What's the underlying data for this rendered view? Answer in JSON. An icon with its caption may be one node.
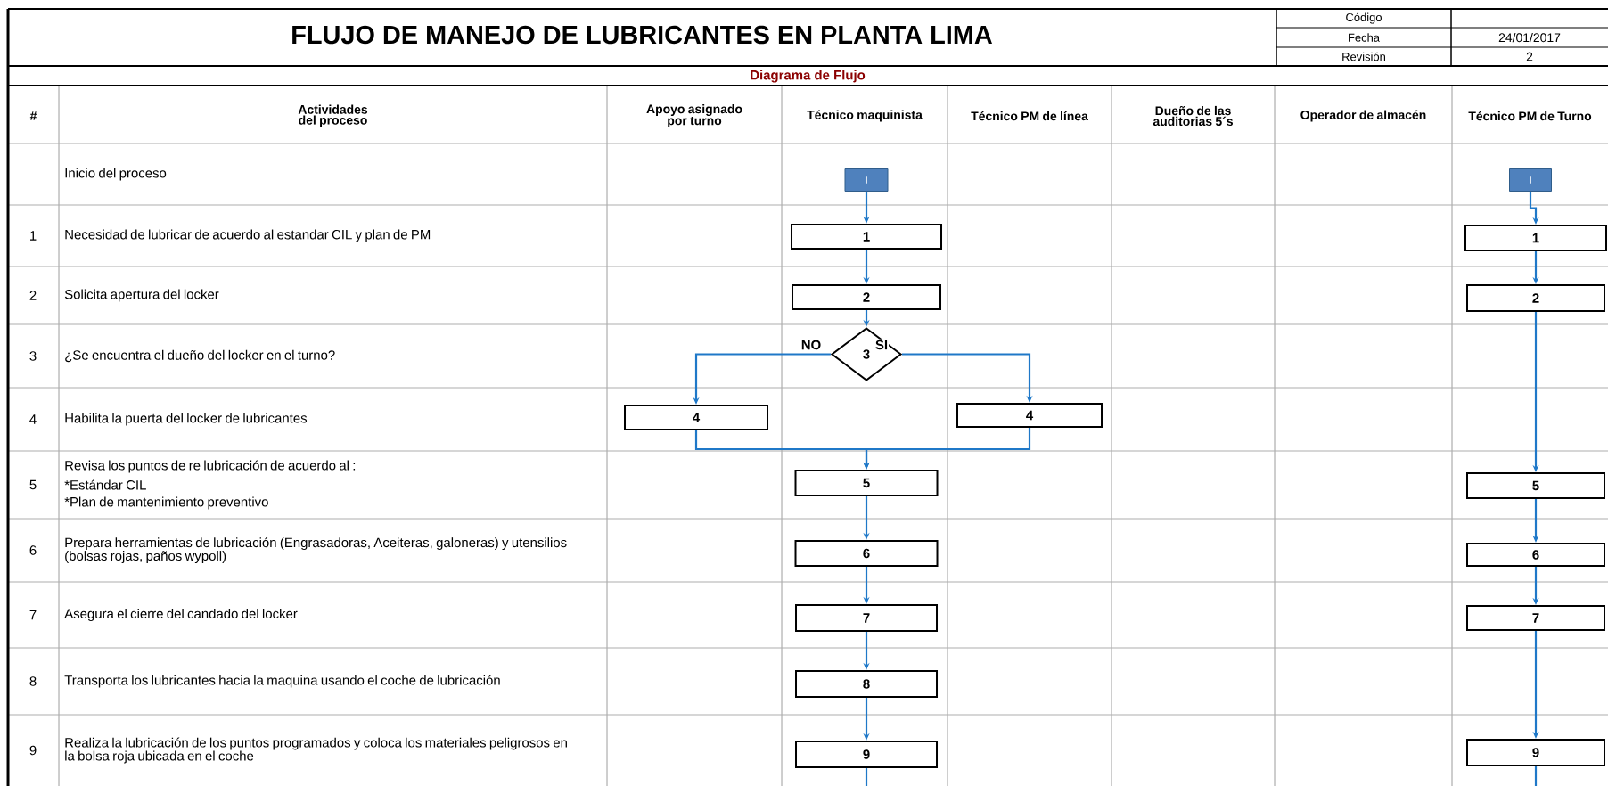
{
  "diagram": {
    "title": "FLUJO DE MANEJO DE LUBRICANTES EN PLANTA LIMA",
    "nodes": [
      {
        "text": [
          "I"
        ]
      },
      {
        "text": [
          "I"
        ]
      },
      {
        "text": [
          "1"
        ]
      },
      {
        "text": [
          "1"
        ]
      },
      {
        "text": [
          "2"
        ]
      },
      {
        "text": [
          "2"
        ]
      },
      {
        "text": [
          "3"
        ]
      },
      {
        "text": [
          "4"
        ]
      },
      {
        "text": [
          "4"
        ]
      },
      {
        "text": [
          "5"
        ]
      },
      {
        "text": [
          "5"
        ]
      },
      {
        "text": [
          "6"
        ]
      },
      {
        "text": [
          "6"
        ]
      },
      {
        "text": [
          "7"
        ]
      },
      {
        "text": [
          "7"
        ]
      },
      {
        "text": [
          "8"
        ]
      },
      {
        "text": [
          "9"
        ]
      },
      {
        "text": [
          "9"
        ]
      }
    ],
    "edges": [
      {
        "from": 0,
        "to": 2,
        "arrow": "to"
      },
      {
        "from": 2,
        "to": 4,
        "arrow": "to"
      },
      {
        "from": 4,
        "to": 6,
        "arrow": "to"
      },
      {
        "from": 6,
        "to": 7,
        "arrow": "to",
        "label": "NO"
      },
      {
        "from": 6,
        "to": 8,
        "arrow": "to",
        "label": "SI"
      },
      {
        "from": 7,
        "to": 9,
        "arrow": "to"
      },
      {
        "from": 8,
        "to": 9,
        "arrow": "to"
      },
      {
        "from": 9,
        "to": 11,
        "arrow": "to"
      },
      {
        "from": 11,
        "to": 13,
        "arrow": "to"
      },
      {
        "from": 13,
        "to": 15,
        "arrow": "to"
      },
      {
        "from": 15,
        "to": 16,
        "arrow": "to"
      },
      {
        "from": 16,
        "to": null,
        "arrow": "none"
      },
      {
        "from": 1,
        "to": 3,
        "arrow": "to"
      },
      {
        "from": 3,
        "to": 5,
        "arrow": "to"
      },
      {
        "from": 5,
        "to": 10,
        "arrow": "to"
      },
      {
        "from": 10,
        "to": 12,
        "arrow": "to"
      },
      {
        "from": 12,
        "to": 14,
        "arrow": "to"
      },
      {
        "from": 14,
        "to": 17,
        "arrow": "to"
      },
      {
        "from": 17,
        "to": null,
        "arrow": "none"
      }
    ],
    "labels": [
      "Código",
      "Fecha",
      "24/01/2017",
      "Revisión",
      "2",
      "Diagrama de Flujo",
      "#",
      "Actividades del proceso",
      "Apoyo asignado por turno",
      "Técnico maquinista",
      "Técnico PM de línea",
      "Dueño de las auditorias 5´s",
      "Operador de almacén",
      "Técnico PM de Turno",
      "Inicio del proceso",
      "1",
      "Necesidad de lubricar de acuerdo al estandar CIL y plan de PM",
      "2",
      "Solicita apertura del locker",
      "3",
      "¿Se encuentra el dueño del locker en el turno?",
      "4",
      "Habilita la puerta del locker de lubricantes",
      "5",
      "Revisa los puntos de re lubricación de acuerdo al :",
      "*Estándar CIL",
      "*Plan de mantenimiento preventivo",
      "6",
      "Prepara herramientas de lubricación (Engrasadoras, Aceiteras, galoneras) y utensilios (bolsas rojas, paños wypoll)",
      "7",
      "Asegura el cierre del candado del locker",
      "8",
      "Transporta los lubricantes hacia la maquina usando el coche de lubricación",
      "9",
      "Realiza la lubricación de los puntos programados y coloca los materiales peligrosos en la bolsa roja ubicada en el coche"
    ]
  }
}
